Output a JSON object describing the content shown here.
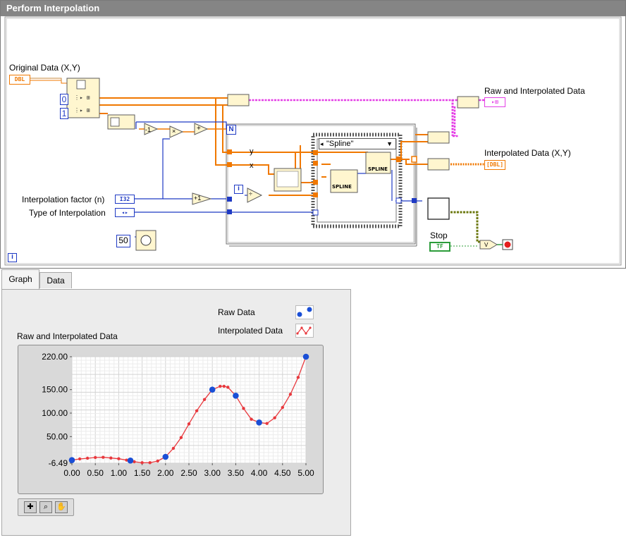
{
  "window": {
    "title": "Perform Interpolation"
  },
  "diagram": {
    "labels": {
      "original_data": "Original Data (X,Y)",
      "interp_factor": "Interpolation factor (n)",
      "interp_type": "Type of Interpolation",
      "raw_interp": "Raw and Interpolated Data",
      "interp_data": "Interpolated Data (X,Y)",
      "stop": "Stop"
    },
    "terminals": {
      "dbl": "DBL",
      "dbl_out": "[DBL]",
      "i32": "I32",
      "enum": "◂▸",
      "tf": "TF",
      "const0": "0",
      "const1": "1",
      "const50": "50",
      "loop_n": "N",
      "loop_i": "i",
      "loop_i_main": "i",
      "case_selector": "\"Spline\"",
      "y": "y",
      "x": "x",
      "spline1": "SPLINE",
      "spline2": "SPLINE",
      "minus1": "-1",
      "plus1": "+1",
      "times": "×",
      "plus": "+",
      "divide": "÷",
      "or": "V"
    }
  },
  "tabs": [
    {
      "label": "Graph"
    },
    {
      "label": "Data"
    }
  ],
  "graph": {
    "label": "Raw and Interpolated Data",
    "legend": [
      {
        "name": "Raw Data",
        "color": "#1a4fd6"
      },
      {
        "name": "Interpolated Data",
        "color": "#e8383d"
      }
    ]
  },
  "chart_data": {
    "type": "line",
    "title": "Raw and Interpolated Data",
    "xlabel": "",
    "ylabel": "",
    "xlim": [
      0,
      5
    ],
    "ylim": [
      -6.49,
      220
    ],
    "x_ticks": [
      "0.00",
      "0.50",
      "1.00",
      "1.50",
      "2.00",
      "2.50",
      "3.00",
      "3.50",
      "4.00",
      "4.50",
      "5.00"
    ],
    "y_ticks": [
      {
        "label": "220.00",
        "v": 220
      },
      {
        "label": "150.00",
        "v": 150
      },
      {
        "label": "100.00",
        "v": 100
      },
      {
        "label": "50.00",
        "v": 50
      },
      {
        "label": "-6.49",
        "v": -6.49
      }
    ],
    "grid": true,
    "series": [
      {
        "name": "Raw Data",
        "color": "#1a4fd6",
        "style": "markers",
        "x": [
          0.0,
          1.25,
          2.0,
          3.0,
          3.5,
          4.0,
          5.0
        ],
        "y": [
          0,
          -1,
          7,
          150,
          137,
          80,
          220
        ]
      },
      {
        "name": "Interpolated Data",
        "color": "#e8383d",
        "style": "line+dots",
        "x": [
          0.0,
          0.167,
          0.333,
          0.5,
          0.667,
          0.833,
          1.0,
          1.167,
          1.25,
          1.333,
          1.5,
          1.667,
          1.833,
          2.0,
          2.167,
          2.333,
          2.5,
          2.667,
          2.833,
          3.0,
          3.167,
          3.25,
          3.333,
          3.5,
          3.667,
          3.833,
          4.0,
          4.167,
          4.333,
          4.5,
          4.667,
          4.833,
          5.0
        ],
        "y": [
          0,
          2.5,
          4,
          5.5,
          6,
          4.5,
          3,
          0,
          -1,
          -3.5,
          -5.5,
          -5.5,
          -2,
          7,
          25,
          48,
          77,
          105,
          129,
          150,
          157,
          157,
          155,
          137,
          110,
          87,
          80,
          78,
          90,
          112,
          140,
          176,
          220
        ]
      }
    ]
  }
}
